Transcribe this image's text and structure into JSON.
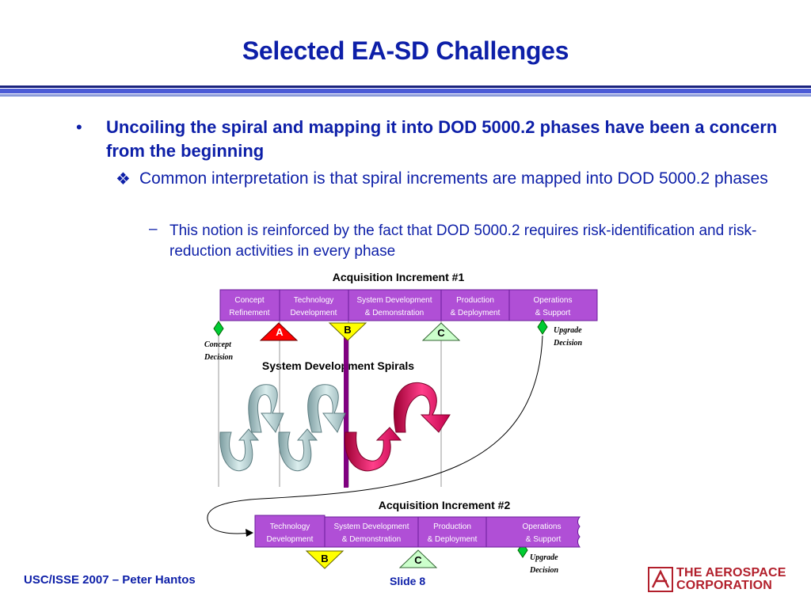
{
  "slide": {
    "title": "Selected EA-SD Challenges",
    "bullet_marker": "•",
    "bullet1": "Uncoiling the spiral and mapping it into DOD 5000.2 phases have been a concern from the beginning",
    "sub_marker": "❖",
    "sub1": "Common interpretation is that spiral increments are mapped into DOD 5000.2 phases",
    "dash_marker": "–",
    "subsub1": "This notion is reinforced by the fact that DOD 5000.2 requires risk-identification and risk-reduction activities in every phase"
  },
  "diagram": {
    "increment1_title": "Acquisition Increment #1",
    "increment2_title": "Acquisition Increment #2",
    "spirals_label": "System Development Spirals",
    "phases1": [
      {
        "line1": "Concept",
        "line2": "Refinement"
      },
      {
        "line1": "Technology",
        "line2": "Development"
      },
      {
        "line1": "System Development",
        "line2": "& Demonstration"
      },
      {
        "line1": "Production",
        "line2": "& Deployment"
      },
      {
        "line1": "Operations",
        "line2": "& Support"
      }
    ],
    "phases2": [
      {
        "line1": "Technology",
        "line2": "Development"
      },
      {
        "line1": "System Development",
        "line2": "& Demonstration"
      },
      {
        "line1": "Production",
        "line2": "& Deployment"
      },
      {
        "line1": "Operations",
        "line2": "& Support"
      }
    ],
    "milestones1": [
      "A",
      "B",
      "C"
    ],
    "milestones2": [
      "B",
      "C"
    ],
    "concept_decision": {
      "line1": "Concept",
      "line2": "Decision"
    },
    "upgrade_decision1": {
      "line1": "Upgrade",
      "line2": "Decision"
    },
    "upgrade_decision2": {
      "line1": "Upgrade",
      "line2": "Decision"
    },
    "colors": {
      "phase_fill": "#b04fd6",
      "milestone_a": "#ff0000",
      "milestone_b": "#ffff00",
      "milestone_c": "#ccffcc",
      "decision_diamond": "#00cc33",
      "spiral_gray": "#a6c2c4",
      "spiral_red": "#d6004f",
      "marker_bar": "#800080"
    }
  },
  "footer": {
    "left": "USC/ISSE 2007 – Peter Hantos",
    "slide": "Slide 8",
    "logo_line1": "THE AEROSPACE",
    "logo_line2": "CORPORATION"
  }
}
